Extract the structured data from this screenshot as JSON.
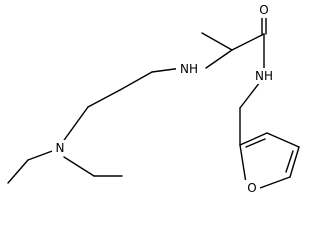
{
  "structure": {
    "atoms": {
      "oxygen_carbonyl": "O",
      "amine_nitrogen_NH": "NH",
      "amide_nitrogen_NH": "NH",
      "tertiary_amine_N": "N",
      "furan_oxygen": "O"
    }
  }
}
